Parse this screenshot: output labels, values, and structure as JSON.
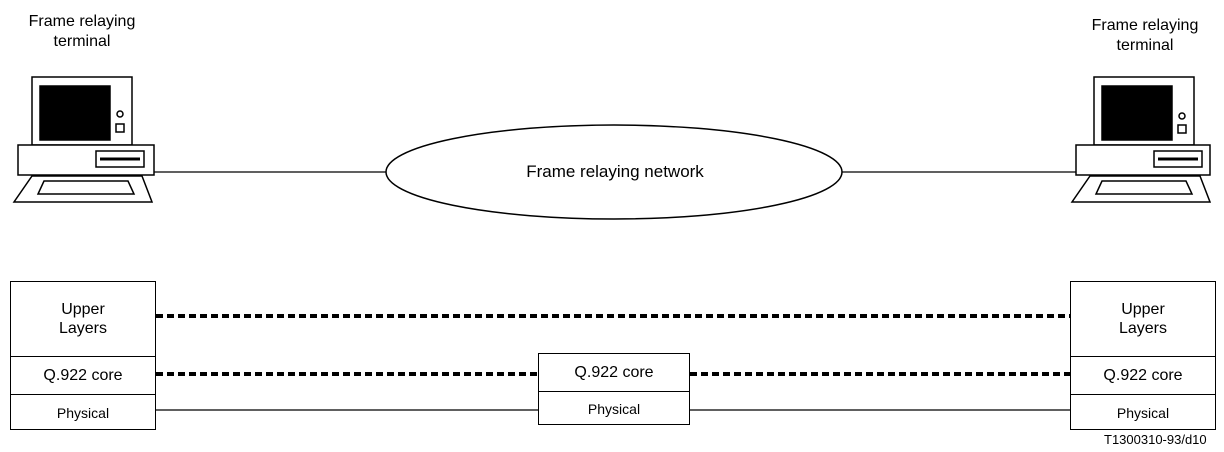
{
  "terminals": {
    "left_label": "Frame relaying\nterminal",
    "right_label": "Frame relaying\nterminal"
  },
  "network": {
    "label": "Frame relaying network"
  },
  "stacks": {
    "left": {
      "upper": "Upper\nLayers",
      "core": "Q.922 core",
      "physical": "Physical"
    },
    "middle": {
      "core": "Q.922 core",
      "physical": "Physical"
    },
    "right": {
      "upper": "Upper\nLayers",
      "core": "Q.922 core",
      "physical": "Physical"
    }
  },
  "figure_ref": "T1300310-93/d10"
}
